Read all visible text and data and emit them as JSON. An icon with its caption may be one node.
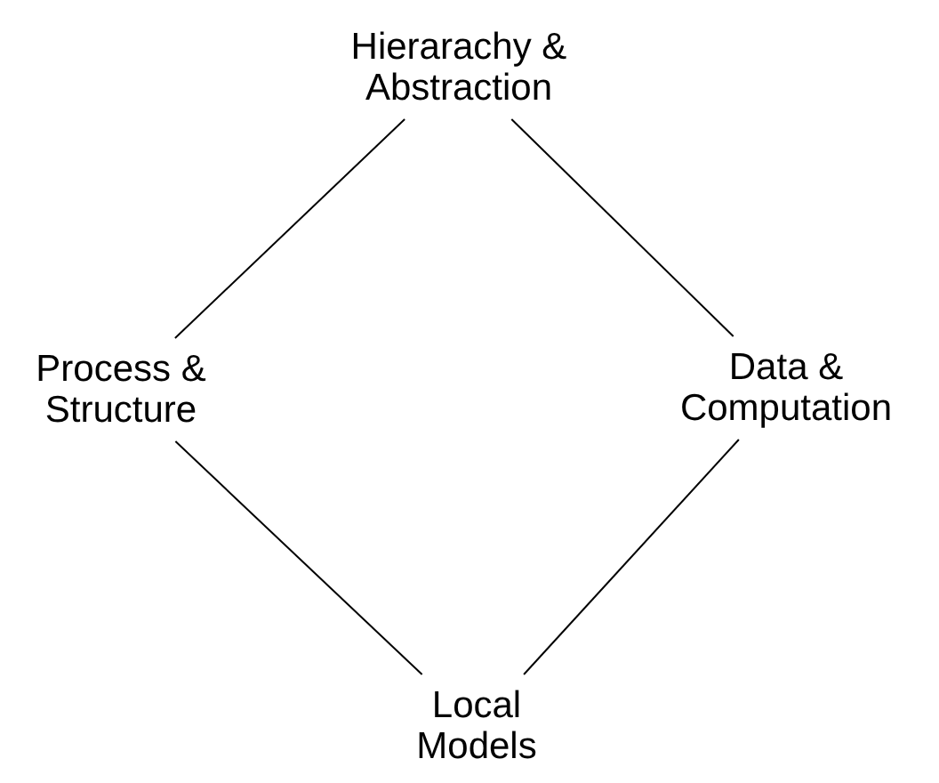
{
  "diagram": {
    "nodes": [
      {
        "text": [
          "Hierarachy & Abstraction"
        ]
      },
      {
        "text": [
          "Process & Structure"
        ]
      },
      {
        "text": [
          "Data & Computation"
        ]
      },
      {
        "text": [
          "Local Models"
        ]
      }
    ],
    "edges": [
      {
        "from": 0,
        "to": 1,
        "arrow": "none"
      },
      {
        "from": 0,
        "to": 2,
        "arrow": "none"
      },
      {
        "from": 1,
        "to": 3,
        "arrow": "none"
      },
      {
        "from": 2,
        "to": 3,
        "arrow": "none"
      }
    ]
  }
}
